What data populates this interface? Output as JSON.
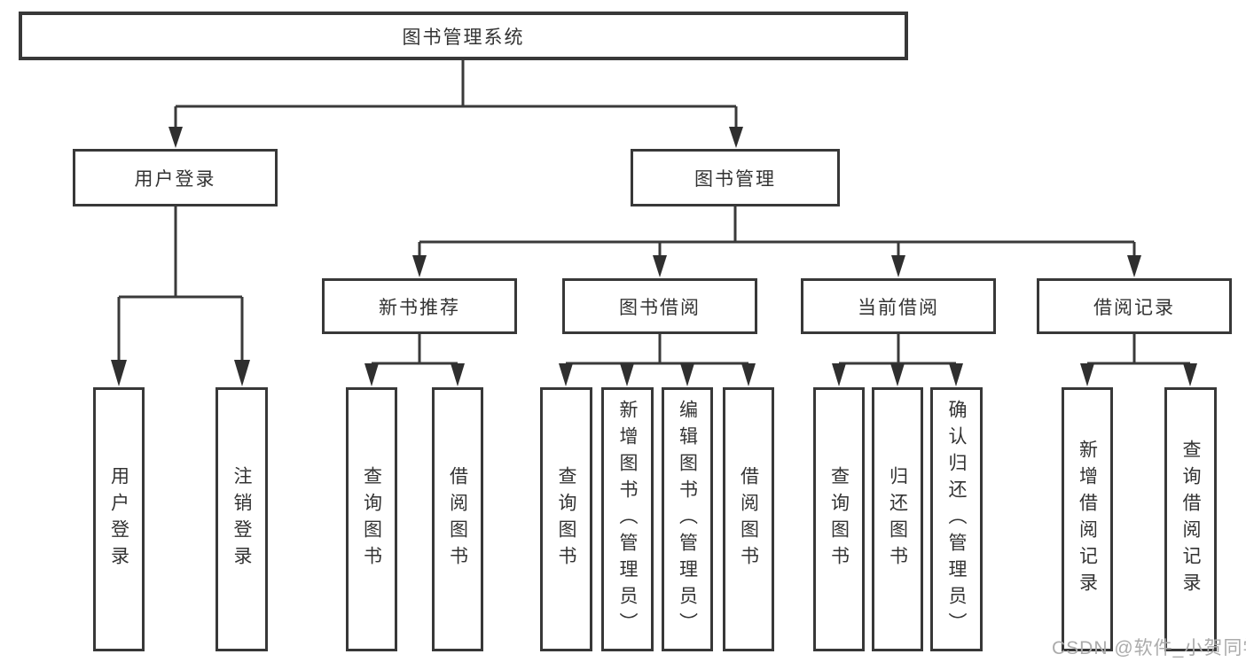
{
  "tree": {
    "label": "图书管理系统",
    "children": [
      {
        "label": "用户登录",
        "children": [
          {
            "label": "用户登录"
          },
          {
            "label": "注销登录"
          }
        ]
      },
      {
        "label": "图书管理",
        "children": [
          {
            "label": "新书推荐",
            "children": [
              {
                "label": "查询图书"
              },
              {
                "label": "借阅图书"
              }
            ]
          },
          {
            "label": "图书借阅",
            "children": [
              {
                "label": "查询图书"
              },
              {
                "label": "新增图书（管理员）"
              },
              {
                "label": "编辑图书（管理员）"
              },
              {
                "label": "借阅图书"
              }
            ]
          },
          {
            "label": "当前借阅",
            "children": [
              {
                "label": "查询图书"
              },
              {
                "label": "归还图书"
              },
              {
                "label": "确认归还（管理员）"
              }
            ]
          },
          {
            "label": "借阅记录",
            "children": [
              {
                "label": "新增借阅记录"
              },
              {
                "label": "查询借阅记录"
              }
            ]
          }
        ]
      }
    ]
  },
  "watermark": "CSDN @软件_小贺同学",
  "colors": {
    "line": "#3a3a3a",
    "arrow": "#2f2f2f",
    "border": "#383838",
    "text": "#333333",
    "watermark": "#ababab",
    "background": "#ffffff"
  }
}
